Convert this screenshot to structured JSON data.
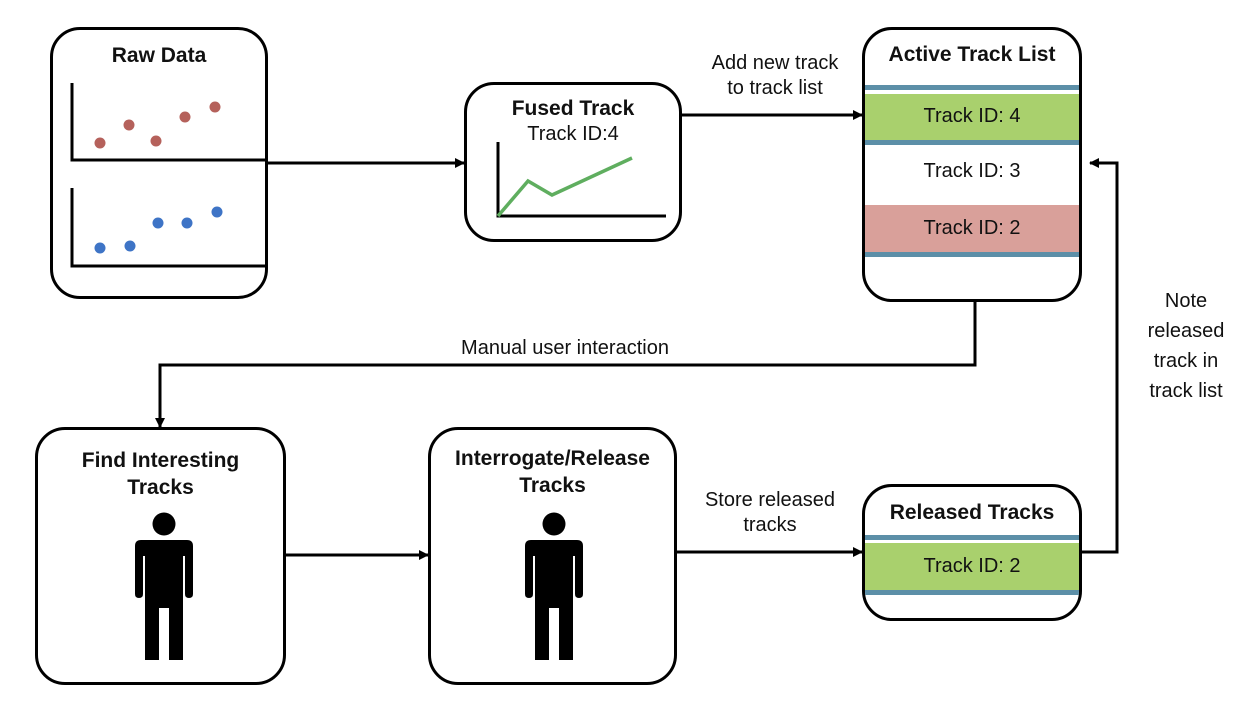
{
  "raw_data": {
    "title": "Raw Data"
  },
  "fused_track": {
    "title": "Fused Track",
    "subtitle": "Track ID:4"
  },
  "active_list": {
    "title": "Active Track List",
    "rows": [
      {
        "label": "Track ID: 4",
        "color": "#a9d06d"
      },
      {
        "label": "Track ID: 3",
        "color": "#ffffff"
      },
      {
        "label": "Track ID: 2",
        "color": "#d9a09a"
      }
    ]
  },
  "find_tracks": {
    "title_line1": "Find Interesting",
    "title_line2": "Tracks"
  },
  "interrogate": {
    "title_line1": "Interrogate/Release",
    "title_line2": "Tracks"
  },
  "released": {
    "title": "Released Tracks",
    "rows": [
      {
        "label": "Track ID: 2",
        "color": "#a9d06d"
      }
    ]
  },
  "edges": {
    "add_line1": "Add new track",
    "add_line2": "to track list",
    "manual": "Manual user interaction",
    "store_line1": "Store released",
    "store_line2": "tracks",
    "note_line1": "Note",
    "note_line2": "released",
    "note_line3": "track in",
    "note_line4": "track list"
  },
  "colors": {
    "red_points": "#b5615b",
    "blue_points": "#3e74c6",
    "green_line": "#5fae5f",
    "divider": "#5c8fa8"
  }
}
